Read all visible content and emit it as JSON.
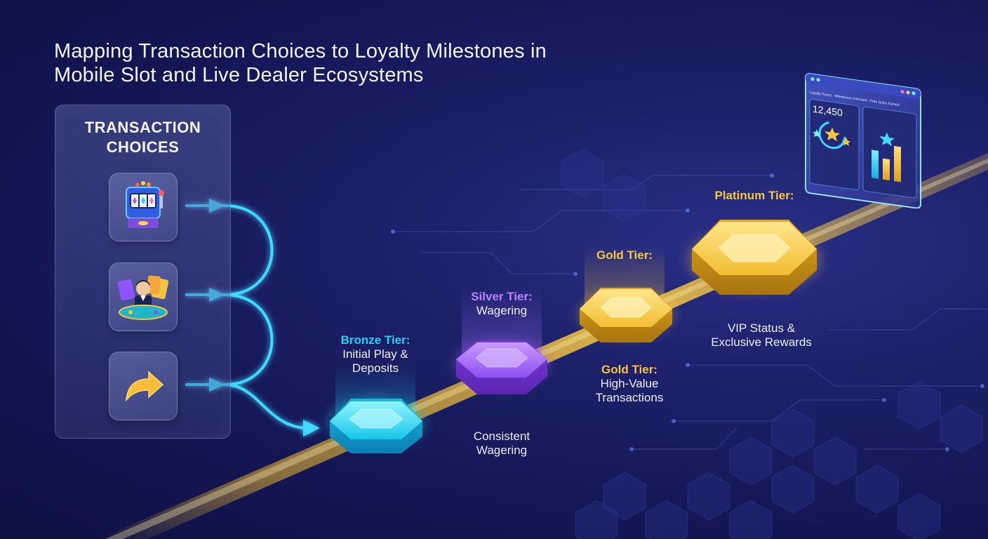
{
  "title": {
    "line1": "Mapping Transaction Choices to Loyalty Milestones in",
    "line2": "Mobile Slot and Live Dealer Ecosystems"
  },
  "panel": {
    "title_line1": "TRANSACTION",
    "title_line2": "CHOICES",
    "items": [
      {
        "icon": "slot-machine-icon"
      },
      {
        "icon": "live-dealer-icon"
      },
      {
        "icon": "curved-arrow-icon"
      }
    ]
  },
  "tiers": {
    "bronze": {
      "name": "Bronze Tier:",
      "sub1": "Initial Play &",
      "sub2": "Deposits",
      "color": "#22d3f0"
    },
    "silver": {
      "name": "Silver Tier:",
      "sub1": "Wagering",
      "caption1": "Consistent",
      "caption2": "Wagering",
      "color": "#b07cff"
    },
    "gold": {
      "name": "Gold Tier:",
      "name2": "Gold Tier:",
      "sub1": "High-Value",
      "sub2": "Transactions",
      "color": "#f5c542"
    },
    "platinum": {
      "name": "Platinum Tier:",
      "caption1": "VIP Status &",
      "caption2": "Exclusive Rewards",
      "color": "#f5c542"
    }
  },
  "dashboard": {
    "header": "Loyalty Points · Milestones Unlocked · Free Spins Earned",
    "value": "12,450"
  },
  "colors": {
    "background": "#1a1e62",
    "path_gold": "#f2c13a",
    "connector_cyan": "#3fd8ff"
  }
}
